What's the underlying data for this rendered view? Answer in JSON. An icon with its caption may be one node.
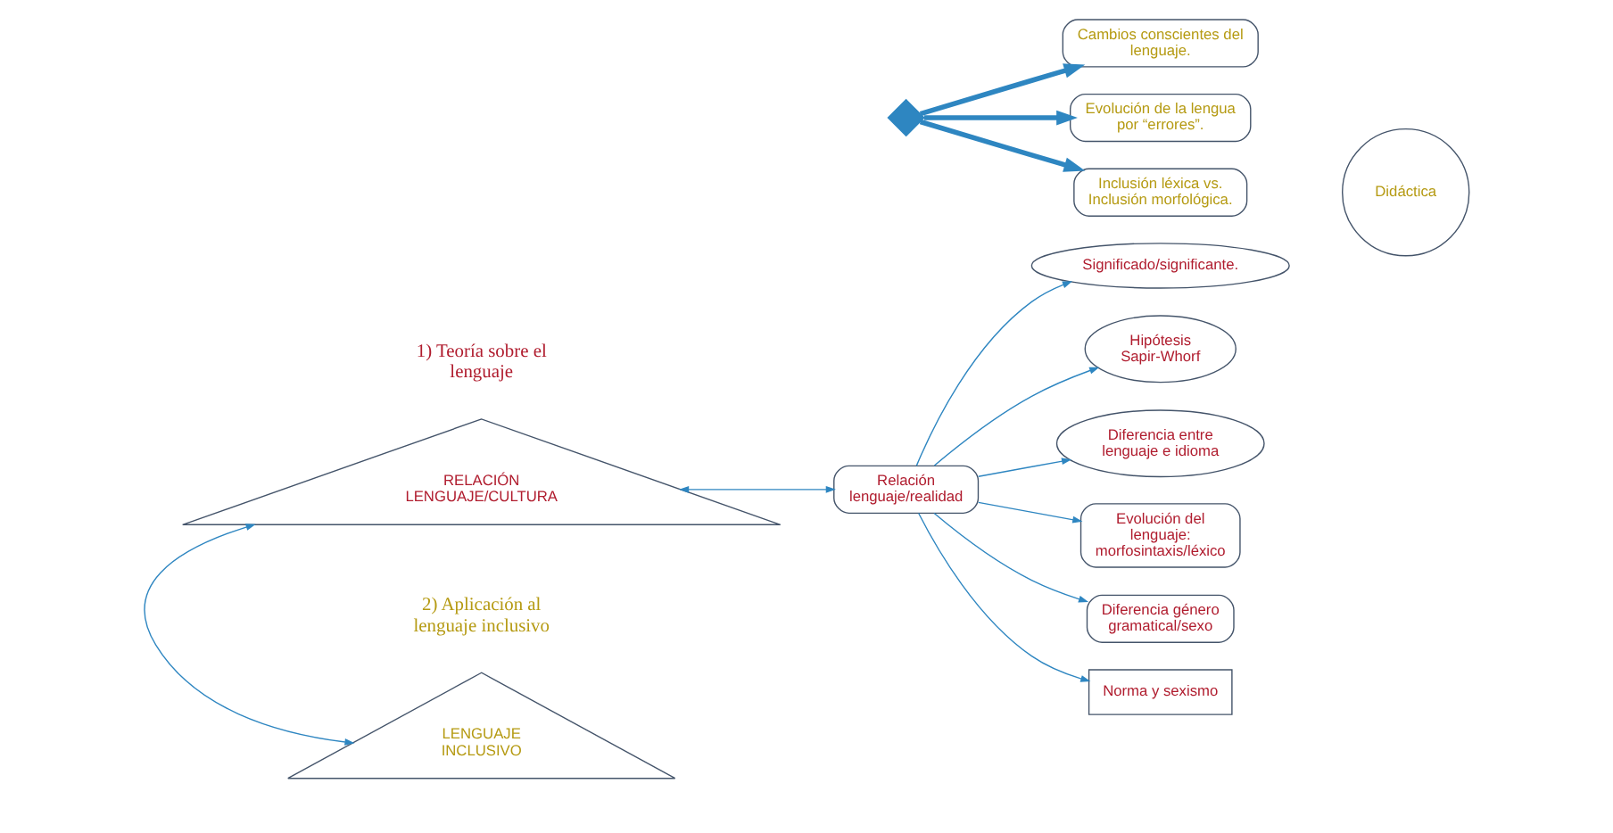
{
  "diagram": {
    "nodes": [
      {
        "text": [
          "RELACIÓN LENGUAJE/CULTURA"
        ]
      },
      {
        "text": [
          "Relación lenguaje/realidad"
        ]
      },
      {
        "text": [
          "Significado/significante."
        ]
      },
      {
        "text": [
          "Hipótesis Sapir-Whorf"
        ]
      },
      {
        "text": [
          "Diferencia entre lenguaje e idioma"
        ]
      },
      {
        "text": [
          "Evolución del lenguaje: morfosintaxis/léxico"
        ]
      },
      {
        "text": [
          "Diferencia género gramatical/sexo"
        ]
      },
      {
        "text": [
          "Norma y sexismo"
        ]
      },
      {
        "text": [
          "LENGUAJE INCLUSIVO"
        ]
      },
      {
        "text": [
          "Cambios conscientes del lenguaje."
        ]
      },
      {
        "text": [
          "Evolución de la lengua por “errores”."
        ]
      },
      {
        "text": [
          "Inclusión léxica vs. Inclusión morfológica."
        ]
      },
      {
        "text": [
          "Didáctica"
        ]
      },
      {
        "text": [],
        "shape": "arrow"
      }
    ],
    "edges": [
      {
        "from": 0,
        "to": 1,
        "arrow": "both"
      },
      {
        "from": 1,
        "to": 2,
        "arrow": "to"
      },
      {
        "from": 1,
        "to": 3,
        "arrow": "to"
      },
      {
        "from": 1,
        "to": 4,
        "arrow": "to"
      },
      {
        "from": 1,
        "to": 5,
        "arrow": "to"
      },
      {
        "from": 1,
        "to": 6,
        "arrow": "to"
      },
      {
        "from": 1,
        "to": 7,
        "arrow": "to"
      },
      {
        "from": 0,
        "to": 8,
        "arrow": "both"
      },
      {
        "from": 13,
        "to": 9,
        "arrow": "to",
        "style": "thick"
      },
      {
        "from": 13,
        "to": 10,
        "arrow": "to",
        "style": "thick"
      },
      {
        "from": 13,
        "to": 11,
        "arrow": "to",
        "style": "thick"
      }
    ],
    "labels": [
      "1) Teoría sobre el lenguaje",
      "2) Aplicación al lenguaje inclusivo"
    ]
  }
}
